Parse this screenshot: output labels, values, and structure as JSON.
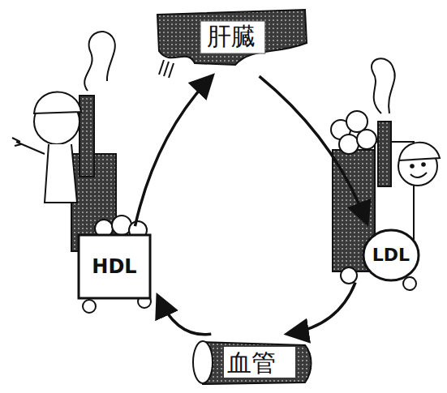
{
  "diagram": {
    "nodes": [
      {
        "text": [
          "肝臓"
        ]
      },
      {
        "text": [
          "LDL"
        ]
      },
      {
        "text": [
          "血管"
        ]
      },
      {
        "text": [
          "HDL"
        ]
      }
    ],
    "edges": [
      {
        "from": 0,
        "to": 1,
        "arrow": "to"
      },
      {
        "from": 1,
        "to": 2,
        "arrow": "to"
      },
      {
        "from": 2,
        "to": 3,
        "arrow": "to"
      },
      {
        "from": 3,
        "to": 0,
        "arrow": "to"
      }
    ]
  }
}
